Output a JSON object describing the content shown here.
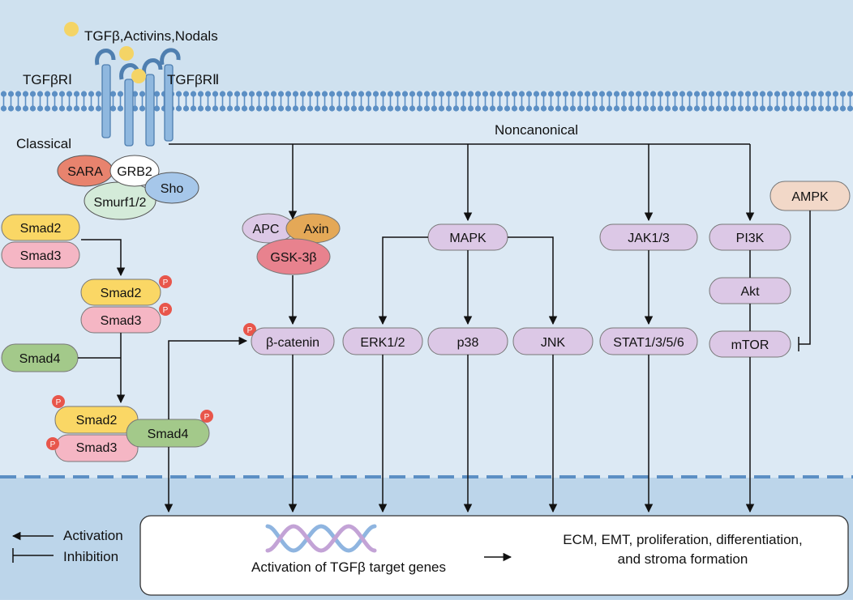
{
  "ligand": {
    "label": "TGFβ,Activins,Nodals"
  },
  "receptors": {
    "type1": "TGFβRⅠ",
    "type2": "TGFβRⅡ"
  },
  "pathway_labels": {
    "classical": "Classical",
    "noncanonical": "Noncanonical"
  },
  "adaptors": {
    "sara": "SARA",
    "grb2": "GRB2",
    "sho": "Sho",
    "smurf": "Smurf1/2"
  },
  "smads": {
    "smad2": "Smad2",
    "smad3": "Smad3",
    "smad4": "Smad4",
    "phospho": "P"
  },
  "wnt": {
    "apc": "APC",
    "axin": "Axin",
    "gsk3b": "GSK-3β",
    "bcatenin": "β-catenin"
  },
  "mapk": {
    "mapk": "MAPK",
    "erk": "ERK1/2",
    "p38": "p38",
    "jnk": "JNK"
  },
  "jak": {
    "jak": "JAK1/3",
    "stat": "STAT1/3/5/6"
  },
  "pi3k": {
    "pi3k": "PI3K",
    "akt": "Akt",
    "mtor": "mTOR",
    "ampk": "AMPK"
  },
  "legend": {
    "activation": "Activation",
    "inhibition": "Inhibition"
  },
  "nucleus": {
    "target_genes": "Activation of TGFβ target genes",
    "outcome_line1": "ECM, EMT, proliferation, differentiation,",
    "outcome_line2": "and stroma formation"
  },
  "colors": {
    "background": "#dce9f4",
    "top_band": "#cfe1ef",
    "nucleus": "#bcd5ea",
    "membrane": "#5c8fc4",
    "receptor": "#8fb8df",
    "ligand": "#f4d466",
    "node_purple": "#dcc8e6",
    "smad2_yellow": "#fad765",
    "smad3_pink": "#f5b6c4",
    "smad4_green": "#a3c98a",
    "phospho_red": "#e8564b",
    "sara": "#e8836e",
    "sho": "#a6c7ea",
    "smurf": "#d4ebd9",
    "axin": "#e4a857",
    "gsk3b": "#e8828e",
    "ampk": "#f2d8c8"
  }
}
